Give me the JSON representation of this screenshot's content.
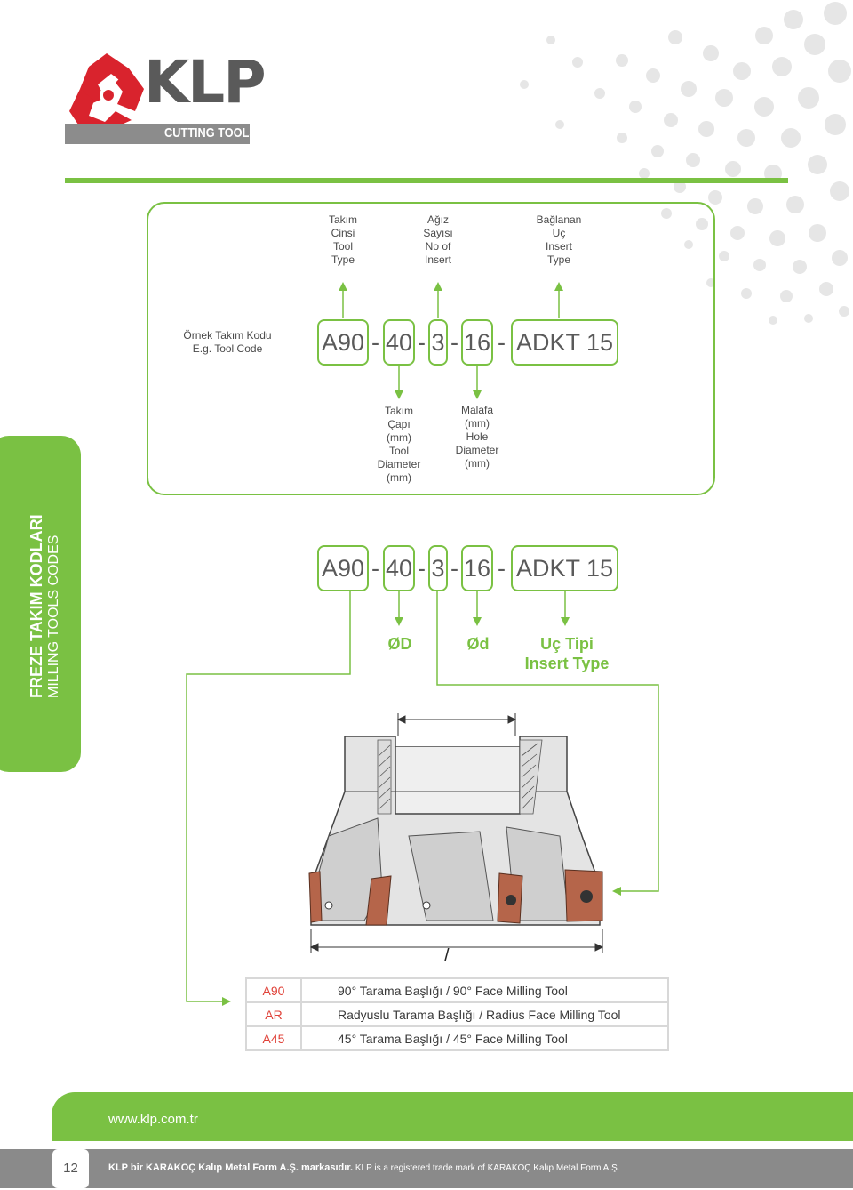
{
  "logo": {
    "brand": "KLP",
    "registered": "®",
    "subtitle": "CUTTING TOOLS"
  },
  "colors": {
    "accent_green": "#7ac143",
    "logo_red": "#d9232d",
    "dark_gray": "#5a5a5a",
    "insert_brown": "#b5654a"
  },
  "example": {
    "label_line1": "Örnek Takım Kodu",
    "label_line2": "E.g. Tool Code",
    "top_labels": {
      "tool_type": "Takım\nCinsi\nTool\nType",
      "insert_count": "Ağız\nSayısı\nNo of\nInsert",
      "insert_type": "Bağlanan\nUç\nInsert\nType"
    },
    "bottom_labels": {
      "tool_diameter": "Takım\nÇapı\n(mm)\nTool\nDiameter\n(mm)",
      "hole_diameter": "Malafa\n(mm)\nHole\nDiameter\n(mm)"
    }
  },
  "code_parts": [
    "A90",
    "40",
    "3",
    "16",
    "ADKT 15"
  ],
  "separator": "-",
  "symbols": {
    "tool_diameter": "ØD",
    "hole_diameter": "Ød",
    "insert_type": "Uç Tipi\nInsert Type"
  },
  "drawing_symbol": "/",
  "side_tab": {
    "title": "FREZE TAKIM KODLARI",
    "subtitle": "MILLING TOOLS CODES"
  },
  "tool_types": [
    {
      "code": "A90",
      "description": "90° Tarama Başlığı / 90° Face Milling Tool"
    },
    {
      "code": "AR",
      "description": "Radyuslu Tarama Başlığı / Radius Face Milling Tool"
    },
    {
      "code": "A45",
      "description": "45° Tarama Başlığı / 45° Face Milling Tool"
    }
  ],
  "footer": {
    "url": "www.klp.com.tr",
    "page_number": "12",
    "trademark_tr": "KLP bir KARAKOÇ Kalıp Metal Form A.Ş. markasıdır.",
    "trademark_en": "KLP is a  registered trade mark of KARAKOÇ Kalıp Metal Form A.Ş."
  }
}
